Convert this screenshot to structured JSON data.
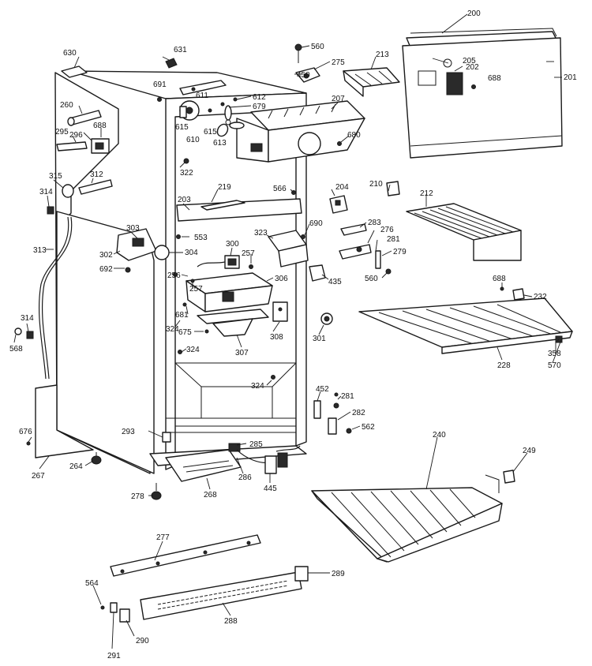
{
  "labels": {
    "l200": "200",
    "l201": "201",
    "l202": "202",
    "l203": "203",
    "l204": "204",
    "l205": "205",
    "l207": "207",
    "l210": "210",
    "l212": "212",
    "l213": "213",
    "l219": "219",
    "l228": "228",
    "l232": "232",
    "l240": "240",
    "l249": "249",
    "l256": "256",
    "l257a": "257",
    "l257b": "257",
    "l260": "260",
    "l264": "264",
    "l267": "267",
    "l268": "268",
    "l275": "275",
    "l276": "276",
    "l277": "277",
    "l278": "278",
    "l279": "279",
    "l281a": "281",
    "l281b": "281",
    "l282": "282",
    "l283": "283",
    "l285": "285",
    "l286": "286",
    "l288": "288",
    "l289": "289",
    "l290": "290",
    "l291": "291",
    "l293": "293",
    "l295": "295",
    "l296": "296",
    "l300": "300",
    "l301": "301",
    "l302": "302",
    "l303": "303",
    "l304": "304",
    "l306": "306",
    "l307": "307",
    "l308": "308",
    "l312": "312",
    "l313": "313",
    "l314a": "314",
    "l314b": "314",
    "l315": "315",
    "l322": "322",
    "l323": "323",
    "l324a": "324",
    "l324b": "324",
    "l324c": "324",
    "l358": "358",
    "l435": "435",
    "l445": "445",
    "l450": "450",
    "l452": "452",
    "l553": "553",
    "l560a": "560",
    "l560b": "560",
    "l562": "562",
    "l564": "564",
    "l566": "566",
    "l568": "568",
    "l570": "570",
    "l610": "610",
    "l611": "611",
    "l612": "612",
    "l613": "613",
    "l615a": "615",
    "l615b": "615",
    "l630": "630",
    "l631": "631",
    "l675": "675",
    "l676": "676",
    "l679": "679",
    "l680": "680",
    "l681": "681",
    "l688a": "688",
    "l688b": "688",
    "l688c": "688",
    "l690": "690",
    "l691": "691",
    "l692": "692"
  }
}
